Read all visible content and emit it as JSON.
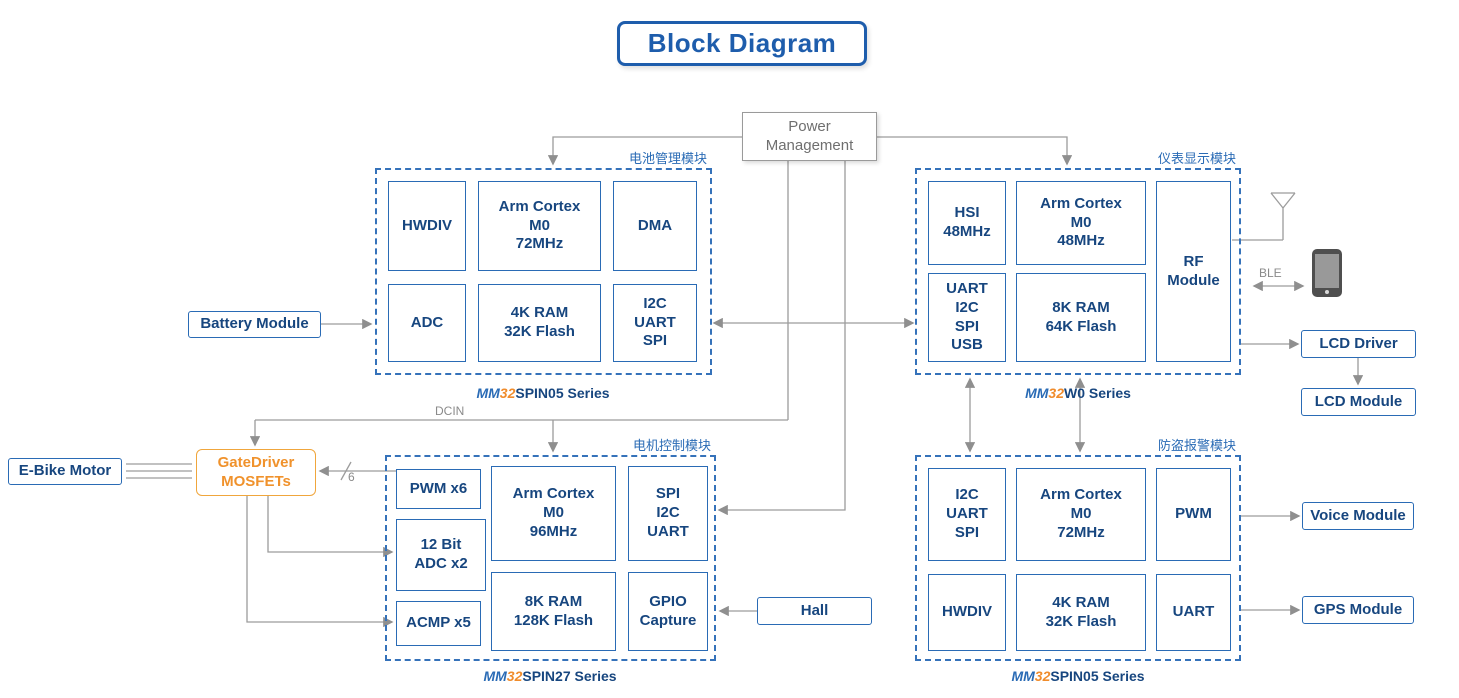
{
  "title": "Block Diagram",
  "power_management": {
    "label": "Power\nManagement"
  },
  "connector_labels": {
    "dcin": "DCIN",
    "ble": "BLE",
    "pwm_bus_width": "6"
  },
  "modules": {
    "battery": {
      "group_label": "电池管理模块",
      "series": {
        "mm": "MM",
        "num": "32",
        "rest": "SPIN05 Series"
      },
      "cells": {
        "hwdiv": "HWDIV",
        "cortex": "Arm Cortex\nM0\n72MHz",
        "dma": "DMA",
        "adc": "ADC",
        "memory": "4K RAM\n32K Flash",
        "comm": "I2C\nUART\nSPI"
      }
    },
    "display": {
      "group_label": "仪表显示模块",
      "series": {
        "mm": "MM",
        "num": "32",
        "rest": "W0 Series"
      },
      "cells": {
        "hsi": "HSI\n48MHz",
        "cortex": "Arm Cortex\nM0\n48MHz",
        "rf": "RF\nModule",
        "comm": "UART\nI2C\nSPI\nUSB",
        "memory": "8K RAM\n64K Flash"
      }
    },
    "motor": {
      "group_label": "电机控制模块",
      "series": {
        "mm": "MM",
        "num": "32",
        "rest": "SPIN27 Series"
      },
      "cells": {
        "pwm": "PWM x6",
        "cortex": "Arm Cortex\nM0\n96MHz",
        "comm": "SPI\nI2C\nUART",
        "adc": "12 Bit\nADC x2",
        "acmp": "ACMP x5",
        "memory": "8K RAM\n128K Flash",
        "gpio": "GPIO\nCapture"
      }
    },
    "alarm": {
      "group_label": "防盗报警模块",
      "series": {
        "mm": "MM",
        "num": "32",
        "rest": "SPIN05 Series"
      },
      "cells": {
        "comm": "I2C\nUART\nSPI",
        "cortex": "Arm Cortex\nM0\n72MHz",
        "pwm": "PWM",
        "hwdiv": "HWDIV",
        "memory": "4K RAM\n32K Flash",
        "uart": "UART"
      }
    }
  },
  "peripherals": {
    "battery_module": "Battery Module",
    "ebike_motor": "E-Bike Motor",
    "gate_driver": "GateDriver\nMOSFETs",
    "hall": "Hall",
    "lcd_driver": "LCD Driver",
    "lcd_module": "LCD Module",
    "voice_module": "Voice Module",
    "gps_module": "GPS Module"
  },
  "colors": {
    "blue_border": "#2a6bb5",
    "navy_text": "#17467f",
    "orange": "#f0922c",
    "line_gray": "#9a9a9a",
    "title_blue": "#1e5dac"
  }
}
